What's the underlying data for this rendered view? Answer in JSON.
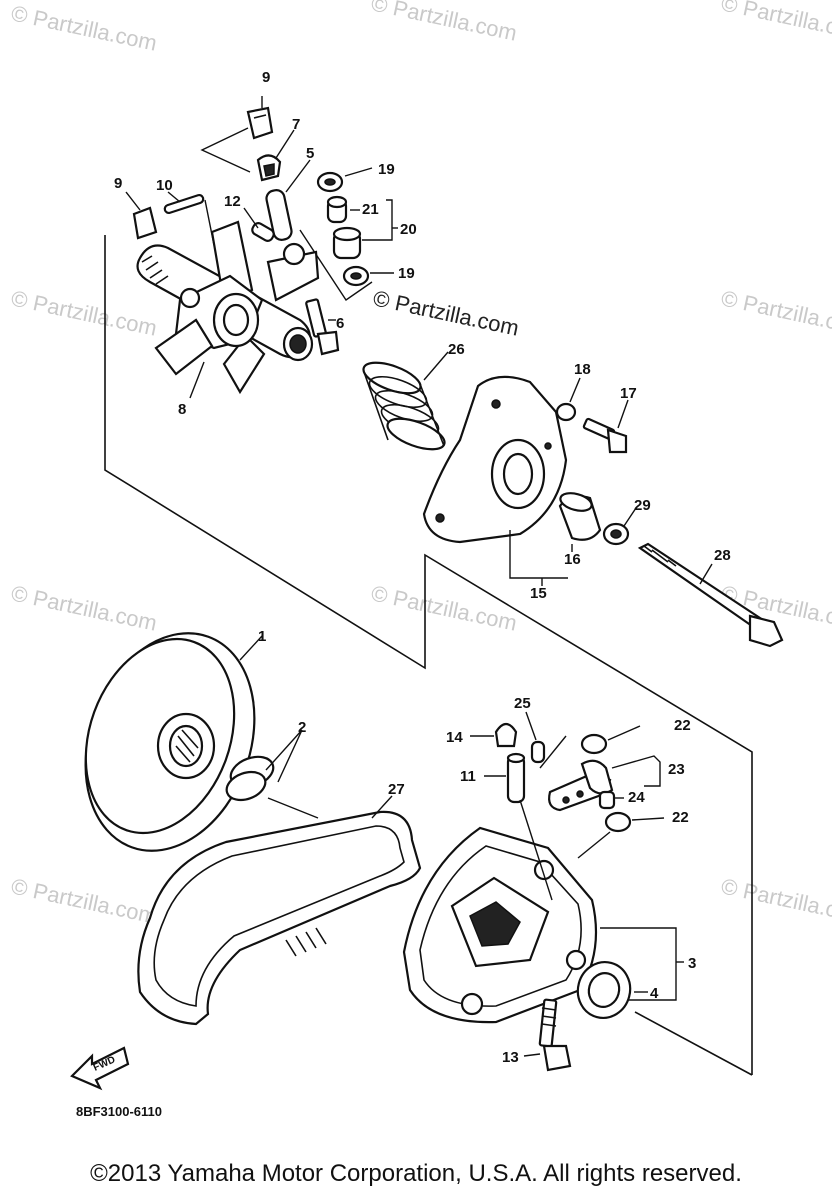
{
  "watermark": "© Partzilla.com",
  "callouts": [
    "1",
    "2",
    "3",
    "4",
    "5",
    "6",
    "7",
    "8",
    "9",
    "10",
    "11",
    "12",
    "13",
    "14",
    "15",
    "16",
    "17",
    "18",
    "19",
    "20",
    "21",
    "22",
    "23",
    "24",
    "25",
    "26",
    "27",
    "28",
    "29"
  ],
  "direction_label": "FWD",
  "diagram_code": "8BF3100-6110",
  "copyright": "©2013  Yamaha Motor Corporation, U.S.A. All rights reserved."
}
